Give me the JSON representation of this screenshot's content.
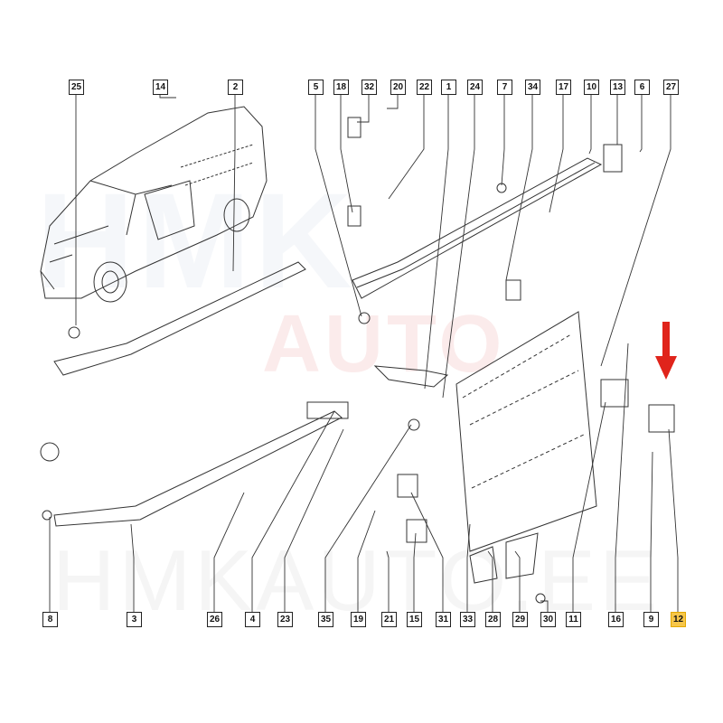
{
  "watermark": {
    "logo_top": "HMK",
    "logo_mid": "AUTO",
    "footer": "HMKAUTO.EE"
  },
  "callouts_top": [
    "25",
    "14",
    "2",
    "5",
    "18",
    "32",
    "20",
    "22",
    "1",
    "24",
    "7",
    "34",
    "17",
    "10",
    "13",
    "6",
    "27"
  ],
  "callouts_bottom": [
    "8",
    "3",
    "26",
    "4",
    "23",
    "35",
    "19",
    "21",
    "15",
    "31",
    "33",
    "28",
    "29",
    "30",
    "11",
    "16",
    "9",
    "12"
  ],
  "highlighted_part": "12",
  "colors": {
    "highlight": "#f7c64a",
    "arrow": "#e0241b",
    "line": "#222222"
  }
}
